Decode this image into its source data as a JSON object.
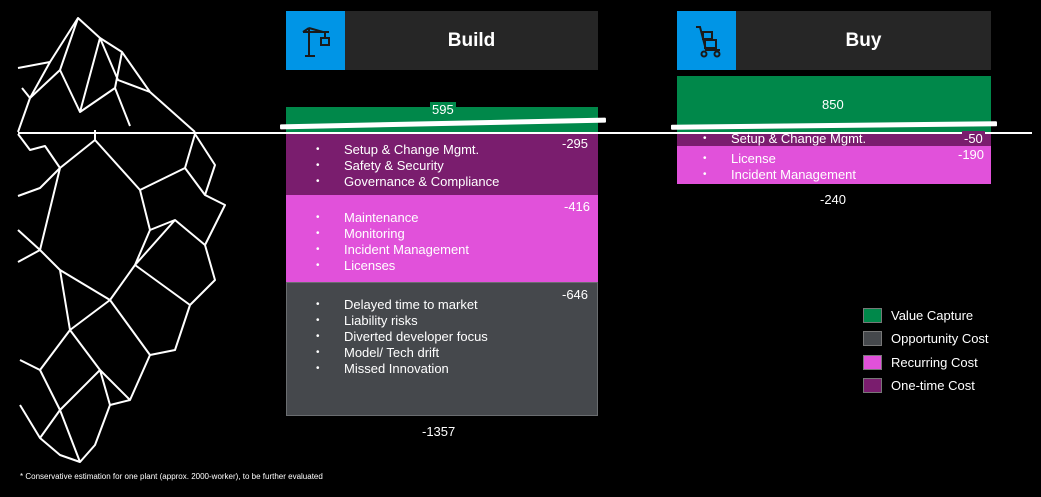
{
  "colors": {
    "value_capture": "#00884a",
    "opportunity_cost": "#45484c",
    "recurring_cost": "#e151da",
    "one_time_cost": "#7a1d6e",
    "icon_bg": "#0095e6",
    "header_bg": "#262626"
  },
  "build": {
    "title": "Build",
    "icon": "crane-icon",
    "value_capture": "595",
    "one_time": {
      "value": "-295",
      "items": [
        "Setup & Change Mgmt.",
        "Safety & Security",
        "Governance & Compliance"
      ]
    },
    "recurring": {
      "value": "-416",
      "items": [
        "Maintenance",
        "Monitoring",
        "Incident Management",
        "Licenses"
      ]
    },
    "opportunity": {
      "value": "-646",
      "items": [
        "Delayed time to market",
        "Liability risks",
        "Diverted developer focus",
        "Model/ Tech drift",
        "Missed Innovation"
      ]
    },
    "total": "-1357"
  },
  "buy": {
    "title": "Buy",
    "icon": "hand-truck-icon",
    "value_capture": "850",
    "one_time": {
      "value": "-50",
      "items": [
        "Setup & Change Mgmt."
      ]
    },
    "recurring": {
      "value": "-190",
      "items": [
        "License",
        "Incident Management"
      ]
    },
    "total": "-240"
  },
  "legend": [
    "Value Capture",
    "Opportunity Cost",
    "Recurring Cost",
    "One-time Cost"
  ],
  "footnote": "* Conservative estimation for one plant (approx. 2000-worker), to be further evaluated"
}
